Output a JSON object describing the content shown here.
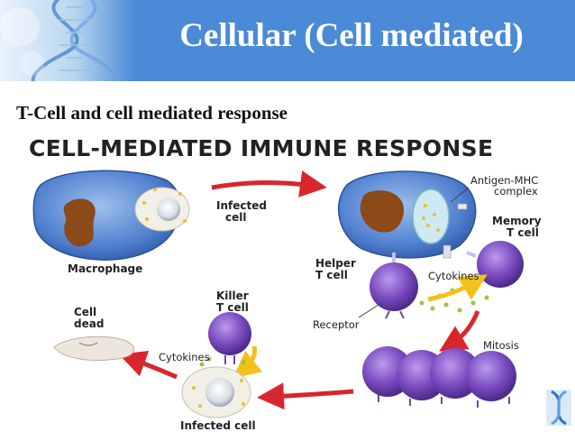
{
  "slide": {
    "title": "Cellular (Cell mediated)",
    "subtitle": "T-Cell and cell mediated response"
  },
  "figure": {
    "title": "CELL-MEDIATED IMMUNE RESPONSE",
    "labels": {
      "infected_cell_top_l1": "Infected",
      "infected_cell_top_l2": "cell",
      "macrophage": "Macrophage",
      "antigen_mhc_l1": "Antigen-MHC",
      "antigen_mhc_l2": "complex",
      "memory_t_l1": "Memory",
      "memory_t_l2": "T cell",
      "helper_t_l1": "Helper",
      "helper_t_l2": "T cell",
      "cytokines_right": "Cytokines",
      "receptor": "Receptor",
      "killer_t_l1": "Killer",
      "killer_t_l2": "T cell",
      "cell_dead_l1": "Cell",
      "cell_dead_l2": "dead",
      "cytokines_left": "Cytokines",
      "mitosis": "Mitosis",
      "infected_cell_bottom": "Infected cell"
    }
  },
  "colors": {
    "header": "#4a8ad6",
    "arrow": "#d9262c",
    "macrophage": "#3f6fc1",
    "nucleus": "#8b4a18",
    "t_cell": "#7a4bbf",
    "cytokine": "#9cc640",
    "yellow_arrow": "#f2c21b"
  }
}
